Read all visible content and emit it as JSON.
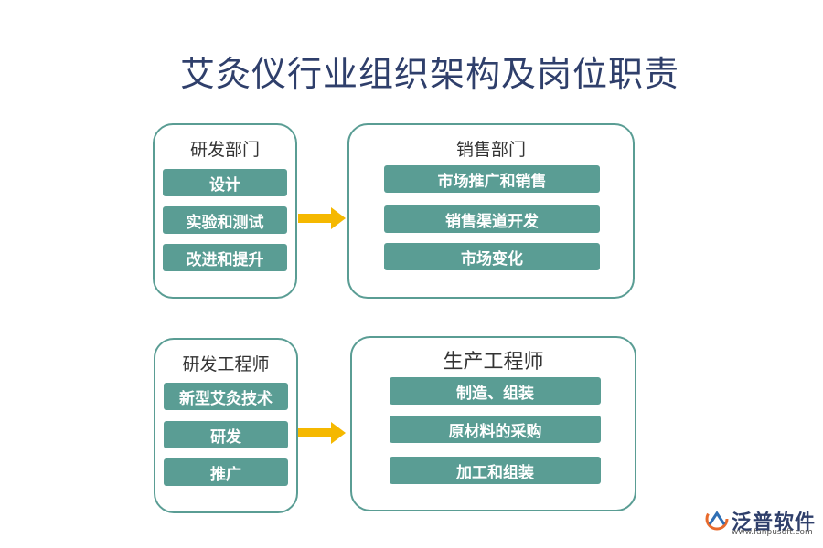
{
  "title": "艾灸仪行业组织架构及岗位职责",
  "groups": [
    {
      "left": {
        "title": "研发部门",
        "items": [
          "设计",
          "实验和测试",
          "改进和提升"
        ]
      },
      "right": {
        "title": "销售部门",
        "items": [
          "市场推广和销售",
          "销售渠道开发",
          "市场变化"
        ]
      }
    },
    {
      "left": {
        "title": "研发工程师",
        "items": [
          "新型艾灸技术",
          "研发",
          "推广"
        ]
      },
      "right": {
        "title": "生产工程师",
        "items": [
          "制造、组装",
          "原材料的采购",
          "加工和组装"
        ]
      }
    }
  ],
  "logo": {
    "name": "泛普软件",
    "url": "www.fanpusoft.com"
  },
  "colors": {
    "accent": "#5a9d94",
    "arrow": "#f5b800",
    "title": "#2f3f6b"
  }
}
